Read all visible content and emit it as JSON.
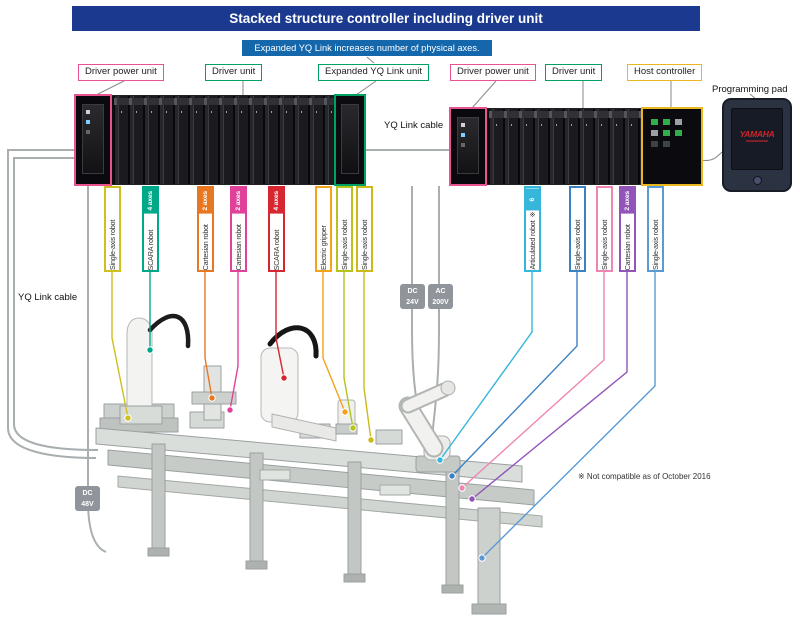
{
  "title": "Stacked structure controller including driver unit",
  "banner": "Expanded YQ Link increases number of physical axes.",
  "unit_labels": [
    {
      "label": "Driver power unit",
      "color": "#e7548f"
    },
    {
      "label": "Driver unit",
      "color": "#00a263"
    },
    {
      "label": "Expanded YQ Link unit",
      "color": "#00a263"
    },
    {
      "label": "Driver power unit",
      "color": "#e7548f"
    },
    {
      "label": "Driver unit",
      "color": "#00a263"
    },
    {
      "label": "Host controller",
      "color": "#e9b821"
    }
  ],
  "programming_pad_label": "Programming pad",
  "brand": "YAMAHA",
  "cables": {
    "top": "YQ Link cable",
    "left": "YQ Link cable"
  },
  "left_rack_tags": [
    {
      "label": "Single-axis robot",
      "axes": "",
      "color": "#cfc01e"
    },
    {
      "label": "SCARA robot",
      "axes": "4 axes",
      "color": "#00a88a"
    },
    {
      "label": "Cartesian robot",
      "axes": "2 axes",
      "color": "#e87722"
    },
    {
      "label": "Cartesian robot",
      "axes": "2 axes",
      "color": "#e0429a"
    },
    {
      "label": "SCARA robot",
      "axes": "4 axes",
      "color": "#d62630"
    },
    {
      "label": "Electric gripper",
      "axes": "",
      "color": "#f5a21b"
    },
    {
      "label": "Single-axis robot",
      "axes": "",
      "color": "#b5c41c"
    },
    {
      "label": "Single-axis robot",
      "axes": "",
      "color": "#cdb91a"
    }
  ],
  "right_rack_tags": [
    {
      "label": "Articulated robot ※",
      "axes": "6 axes",
      "color": "#35b6da"
    },
    {
      "label": "Single-axis robot",
      "axes": "",
      "color": "#3b82c4"
    },
    {
      "label": "Single-axis robot",
      "axes": "",
      "color": "#ee86b4"
    },
    {
      "label": "Cartesian robot",
      "axes": "2 axes",
      "color": "#9254b8"
    },
    {
      "label": "Single-axis robot",
      "axes": "",
      "color": "#5b9bd5"
    }
  ],
  "power_badges": [
    "DC 24V",
    "AC 200V",
    "DC 48V"
  ],
  "note": "※ Not compatible as of October 2016"
}
